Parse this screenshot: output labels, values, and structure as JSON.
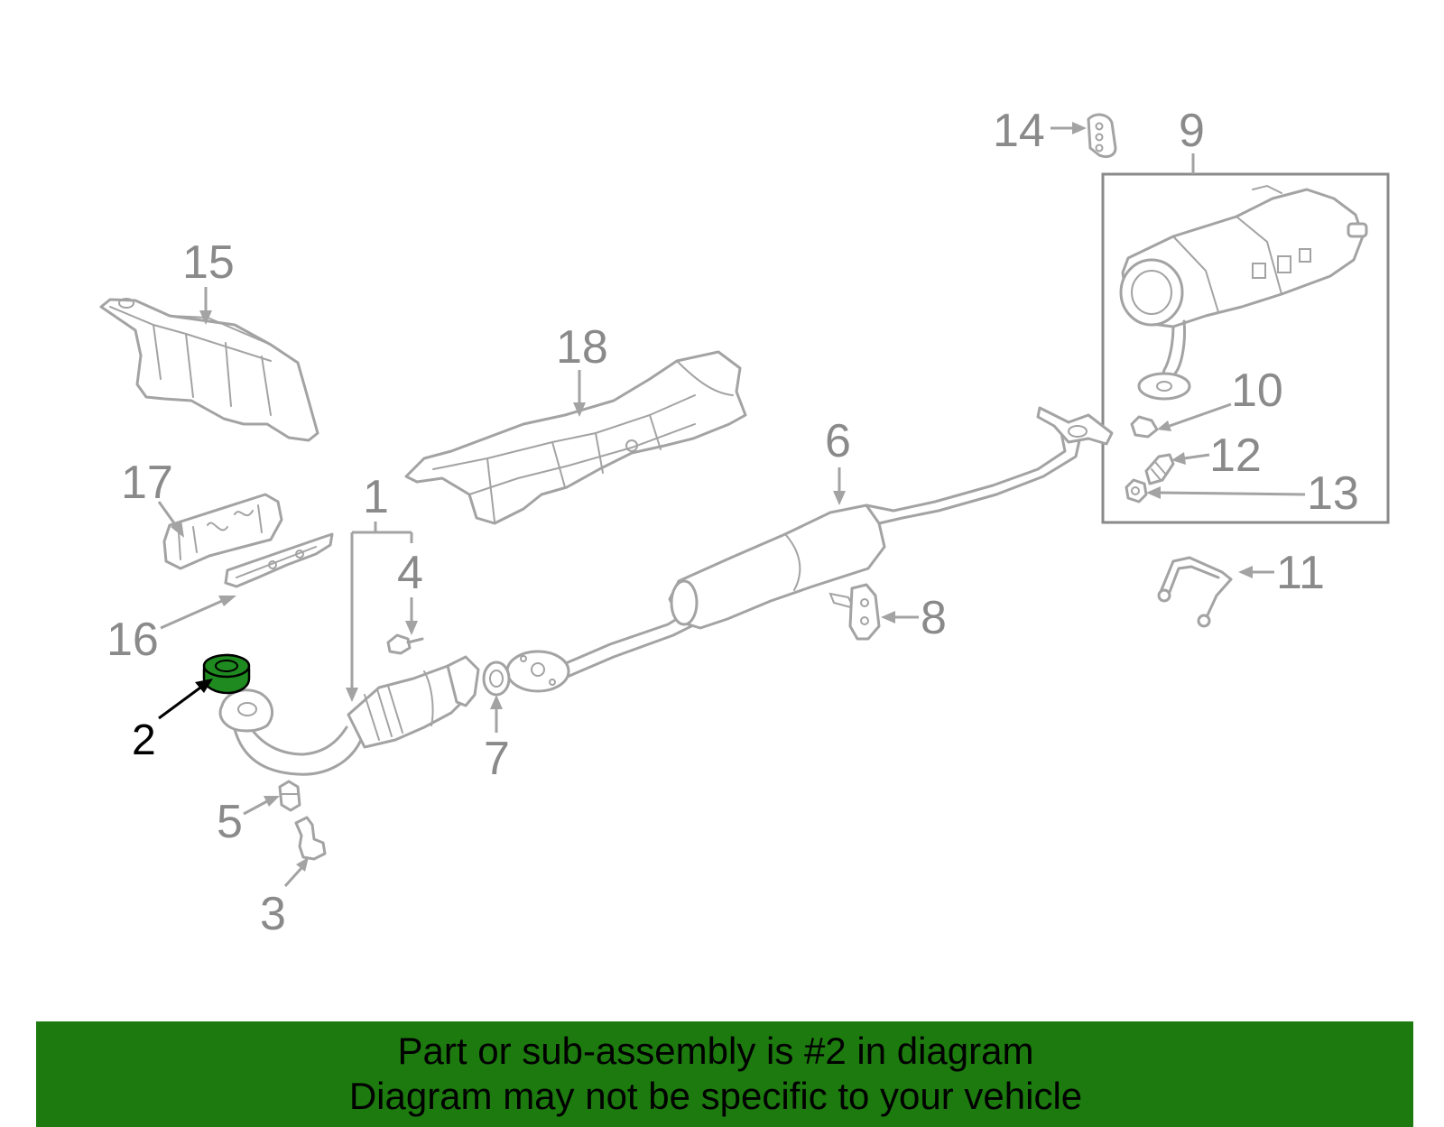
{
  "callouts": {
    "c1": "1",
    "c2": "2",
    "c3": "3",
    "c4": "4",
    "c5": "5",
    "c6": "6",
    "c7": "7",
    "c8": "8",
    "c9": "9",
    "c10": "10",
    "c11": "11",
    "c12": "12",
    "c13": "13",
    "c14": "14",
    "c15": "15",
    "c16": "16",
    "c17": "17",
    "c18": "18"
  },
  "highlighted_part": "2",
  "banner": {
    "line1": "Part or sub-assembly is #2 in diagram",
    "line2": "Diagram may not be specific to your vehicle"
  },
  "colors": {
    "banner_bg": "#1d7a0f",
    "part_stroke": "#a3a3a3",
    "label_gray": "#8a8a8a",
    "highlight_fill": "#1f8a1f"
  }
}
